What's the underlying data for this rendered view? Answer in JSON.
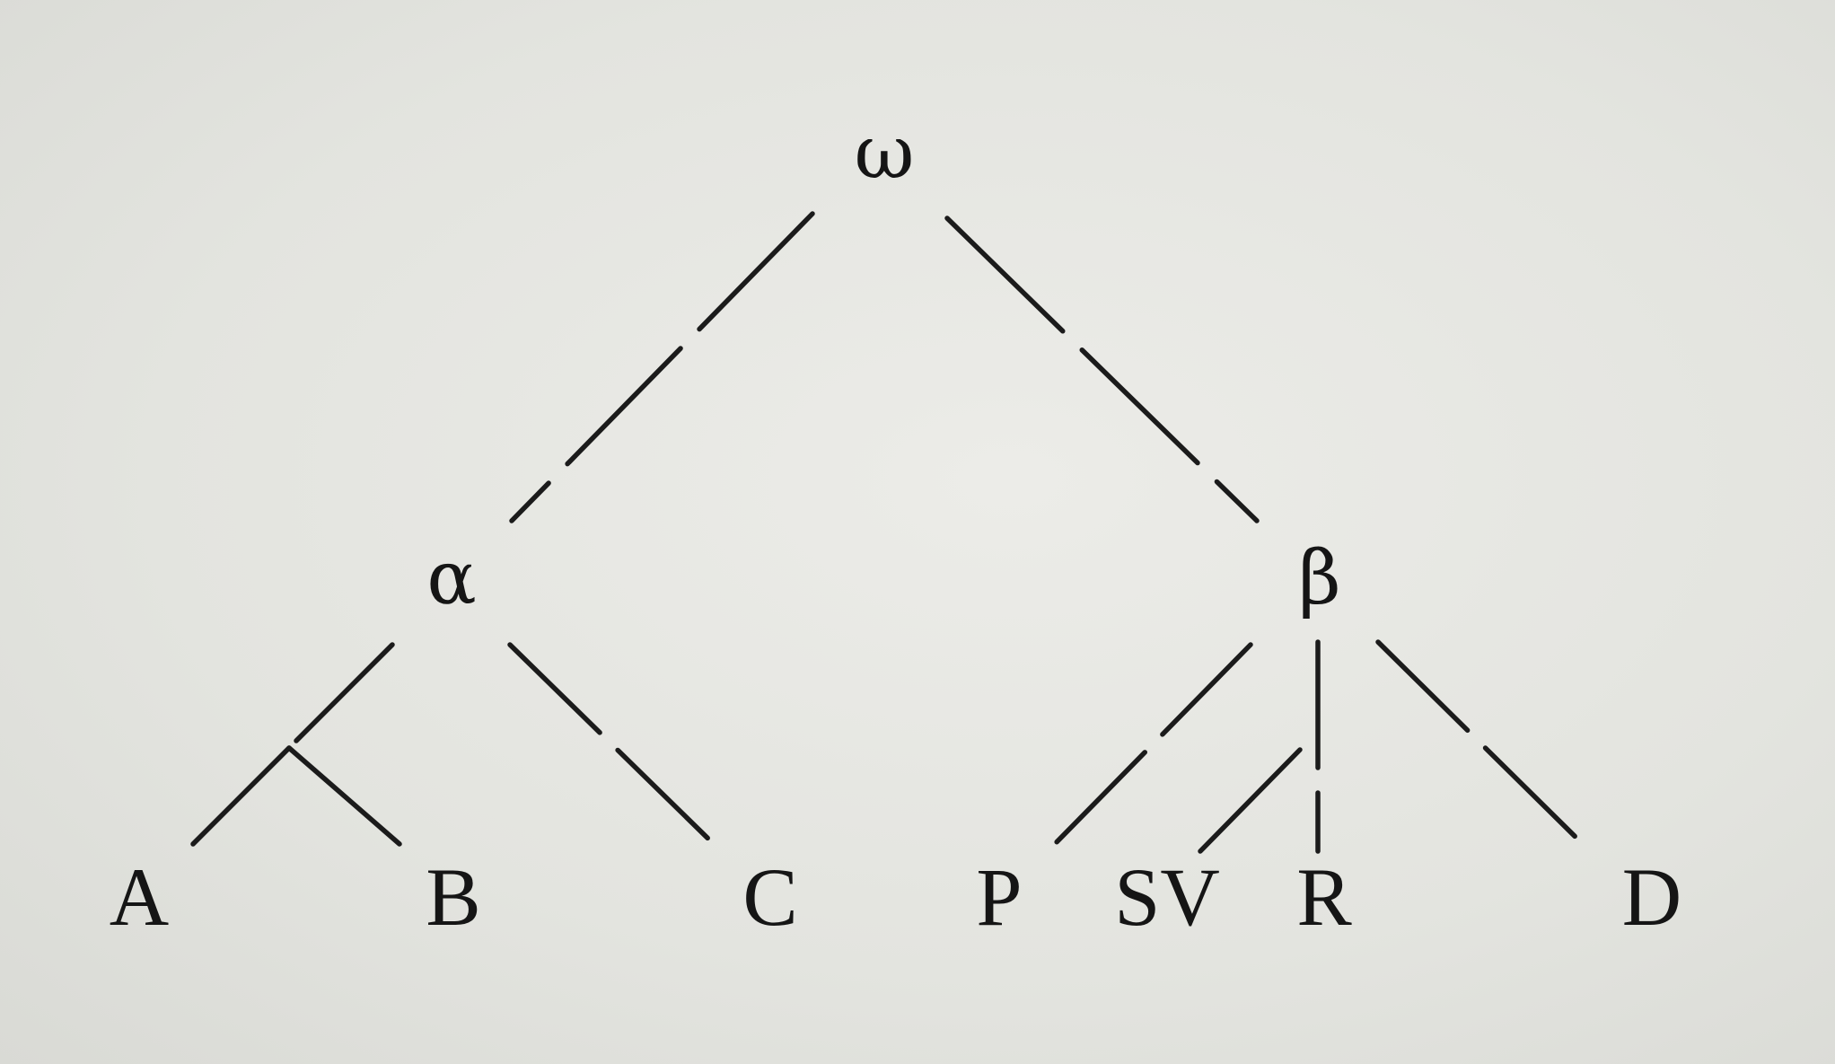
{
  "diagram": {
    "root": "ω",
    "branch_left": "α",
    "branch_right": "β",
    "leaves": {
      "A": "A",
      "B": "B",
      "C": "C",
      "P": "P",
      "SV": "SV",
      "R": "R",
      "D": "D"
    }
  }
}
